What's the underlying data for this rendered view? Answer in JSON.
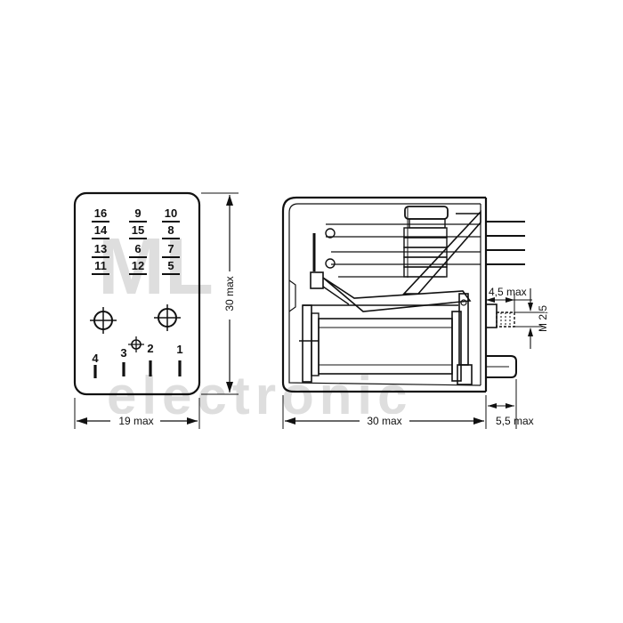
{
  "watermark": {
    "top": "ML",
    "bottom": "electronic"
  },
  "front_view": {
    "pin_numbers": [
      {
        "top": "16",
        "bottom": "14"
      },
      {
        "top": "9",
        "bottom": "15"
      },
      {
        "top": "10",
        "bottom": "8"
      },
      {
        "top": "13",
        "bottom": "11"
      },
      {
        "top": "6",
        "bottom": "12"
      },
      {
        "top": "7",
        "bottom": "5"
      }
    ],
    "coil_pins": [
      "4",
      "3",
      "2",
      "1"
    ],
    "width_label": "19 max",
    "height_label": "30 max"
  },
  "side_view": {
    "length_label": "30 max",
    "terminal_label": "5,5 max",
    "stud_label": "4,5 max",
    "thread_label": "M 2,5"
  }
}
